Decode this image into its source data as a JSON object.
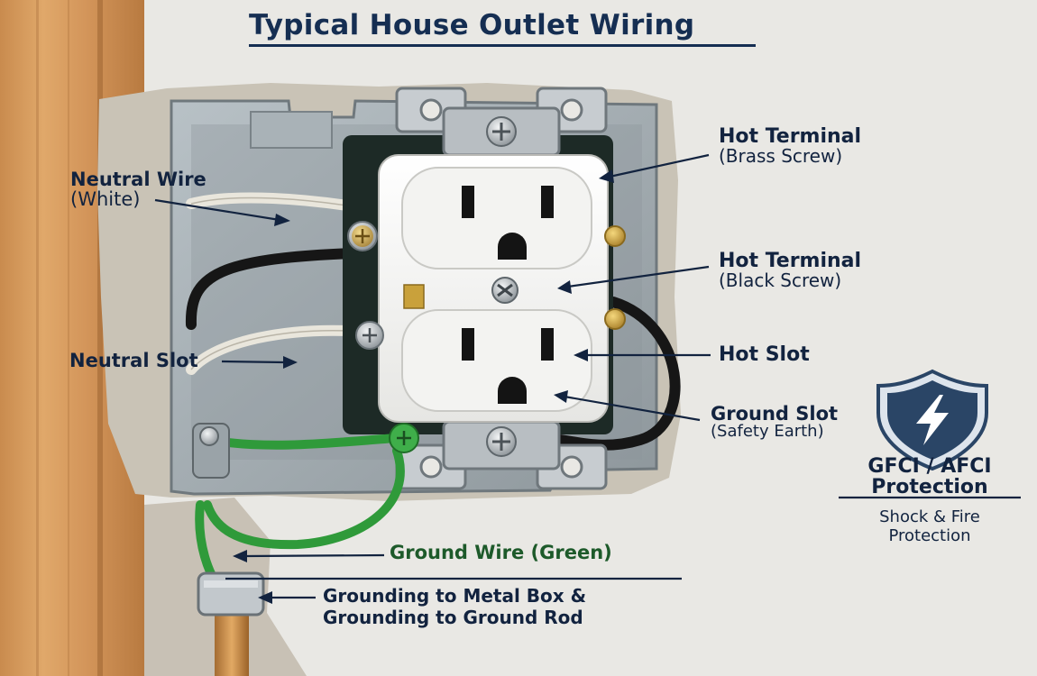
{
  "title": "Typical House Outlet Wiring",
  "labels": {
    "neutral_wire": {
      "title": "Neutral Wire",
      "sub": "(White)"
    },
    "hot_terminal_brass": {
      "title": "Hot Terminal",
      "sub": "(Brass Screw)"
    },
    "hot_terminal_black": {
      "title": "Hot Terminal",
      "sub": "(Black Screw)"
    },
    "neutral_slot": {
      "title": "Neutral Slot"
    },
    "hot_slot": {
      "title": "Hot Slot"
    },
    "ground_slot": {
      "title": "Ground Slot",
      "sub": "(Safety Earth)"
    },
    "ground_wire": {
      "title": "Ground Wire (Green)"
    },
    "grounding": {
      "line1": "Grounding to Metal Box &",
      "line2": "Grounding to Ground Rod"
    }
  },
  "protection": {
    "title_line1": "GFCI / AFCI",
    "title_line2": "Protection",
    "sub_line1": "Shock & Fire",
    "sub_line2": "Protection"
  },
  "colors": {
    "label_text": "#12233f",
    "ground_wire": "#2f9a3a",
    "hot_wire": "#161616",
    "neutral_wire": "#e9e6dc",
    "brass_screw": "#c9a13b",
    "metal_box": "#9aa3a8",
    "shield": "#2a4566"
  },
  "icons": [
    "shield-lightning-icon"
  ]
}
